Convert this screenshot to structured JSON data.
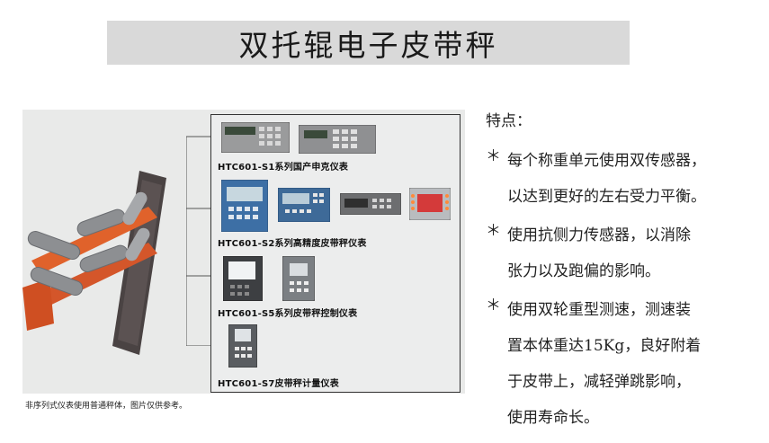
{
  "title": "双托辊电子皮带秤",
  "products": [
    {
      "model": "HTC601-S1系列国产申克仪表"
    },
    {
      "model": "HTC601-S2系列高精度皮带秤仪表"
    },
    {
      "model": "HTC601-S5系列皮带秤控制仪表"
    },
    {
      "model": "HTC601-S7皮带秤计量仪表"
    }
  ],
  "footnote": "非序列式仪表使用普通秤体，图片仅供参考。",
  "features": {
    "heading": "特点：",
    "bullet": "＊",
    "items": [
      {
        "lines": [
          "每个称重单元使用双传感器，",
          "以达到更好的左右受力平衡。"
        ]
      },
      {
        "lines": [
          "使用抗侧力传感器，以消除",
          "张力以及跑偏的影响。"
        ]
      },
      {
        "lines": [
          "使用双轮重型测速，测速装",
          "置本体重达15Kg，良好附着",
          "于皮带上，减轻弹跳影响，",
          "使用寿命长。"
        ]
      }
    ]
  },
  "colors": {
    "title_bg": "#d9d9d9",
    "panel_bg": "#e9eae9",
    "frame_orange": "#e0622b"
  }
}
